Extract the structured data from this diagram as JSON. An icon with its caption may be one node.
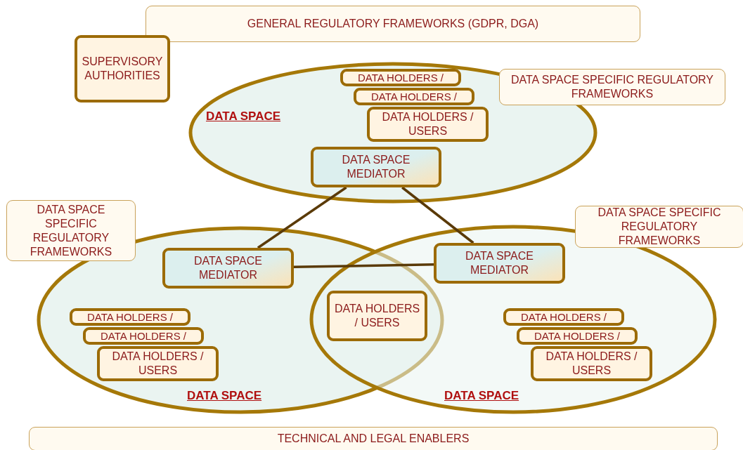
{
  "diagram": {
    "nodes": [
      {
        "text": [
          "GENERAL REGULATORY FRAMEWORKS (GDPR, DGA)"
        ]
      },
      {
        "text": [
          "SUPERVISORY AUTHORITIES"
        ]
      },
      {
        "text": [
          "DATA SPACE"
        ]
      },
      {
        "text": [
          "DATA HOLDERS /"
        ],
        "in": 2
      },
      {
        "text": [
          "DATA HOLDERS /"
        ],
        "in": 2
      },
      {
        "text": [
          "DATA HOLDERS / USERS"
        ],
        "in": 2
      },
      {
        "text": [
          "DATA SPACE MEDIATOR"
        ],
        "in": 2
      },
      {
        "text": [
          "DATA SPACE SPECIFIC REGULATORY FRAMEWORKS"
        ]
      },
      {
        "text": [
          "DATA SPACE SPECIFIC REGULATORY FRAMEWORKS"
        ]
      },
      {
        "text": [
          "DATA SPACE"
        ]
      },
      {
        "text": [
          "DATA SPACE MEDIATOR"
        ],
        "in": 9
      },
      {
        "text": [
          "DATA HOLDERS /"
        ],
        "in": 9
      },
      {
        "text": [
          "DATA HOLDERS /"
        ],
        "in": 9
      },
      {
        "text": [
          "DATA HOLDERS / USERS"
        ],
        "in": 9
      },
      {
        "text": [
          "DATA SPACE SPECIFIC REGULATORY FRAMEWORKS"
        ]
      },
      {
        "text": [
          "DATA SPACE"
        ]
      },
      {
        "text": [
          "DATA SPACE MEDIATOR"
        ],
        "in": 15
      },
      {
        "text": [
          "DATA HOLDERS / USERS"
        ]
      },
      {
        "text": [
          "DATA HOLDERS /"
        ],
        "in": 15
      },
      {
        "text": [
          "DATA HOLDERS /"
        ],
        "in": 15
      },
      {
        "text": [
          "DATA HOLDERS / USERS"
        ],
        "in": 15
      },
      {
        "text": [
          "TECHNICAL AND LEGAL ENABLERS"
        ]
      }
    ],
    "edges": [
      {
        "from": 6,
        "to": 10,
        "arrow": "none"
      },
      {
        "from": 6,
        "to": 16,
        "arrow": "none"
      },
      {
        "from": 10,
        "to": 16,
        "arrow": "none"
      }
    ]
  }
}
